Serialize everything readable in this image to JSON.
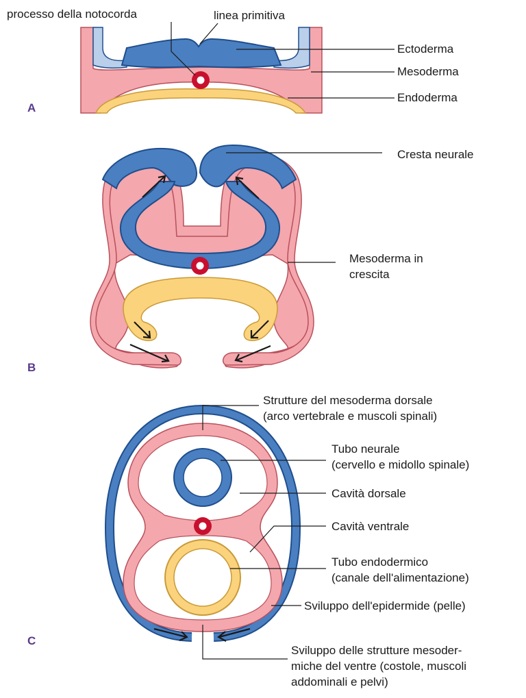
{
  "panels": {
    "a": {
      "letter": "A",
      "labels": {
        "notochord_process": "processo della notocorda",
        "primitive_streak": "linea primitiva",
        "ectoderm": "Ectoderma",
        "mesoderm": "Mesoderma",
        "endoderm": "Endoderma"
      }
    },
    "b": {
      "letter": "B",
      "labels": {
        "neural_crest": "Cresta neurale",
        "growing_mesoderm_line1": "Mesoderma in",
        "growing_mesoderm_line2": "crescita"
      }
    },
    "c": {
      "letter": "C",
      "labels": {
        "dorsal_mesoderm_line1": "Strutture del mesoderma dorsale",
        "dorsal_mesoderm_line2": "(arco vertebrale e muscoli spinali)",
        "neural_tube_line1": "Tubo neurale",
        "neural_tube_line2": "(cervello  e midollo spinale)",
        "dorsal_cavity": "Cavità dorsale",
        "ventral_cavity": "Cavità ventrale",
        "endodermal_tube_line1": "Tubo endodermico",
        "endodermal_tube_line2": "(canale dell'alimentazione)",
        "epidermis": "Sviluppo dell'epidermide (pelle)",
        "ventral_line1": "Sviluppo delle strutture mesoder-",
        "ventral_line2": "miche del ventre (costole, muscoli",
        "ventral_line3": "addominali e pelvi)"
      }
    }
  },
  "colors": {
    "ectoderm": "#4a7fc1",
    "mesoderm": "#f4a7ad",
    "endoderm": "#fbd37c",
    "notochord": "#c8102e",
    "panel_letter": "#5a3a8c"
  }
}
